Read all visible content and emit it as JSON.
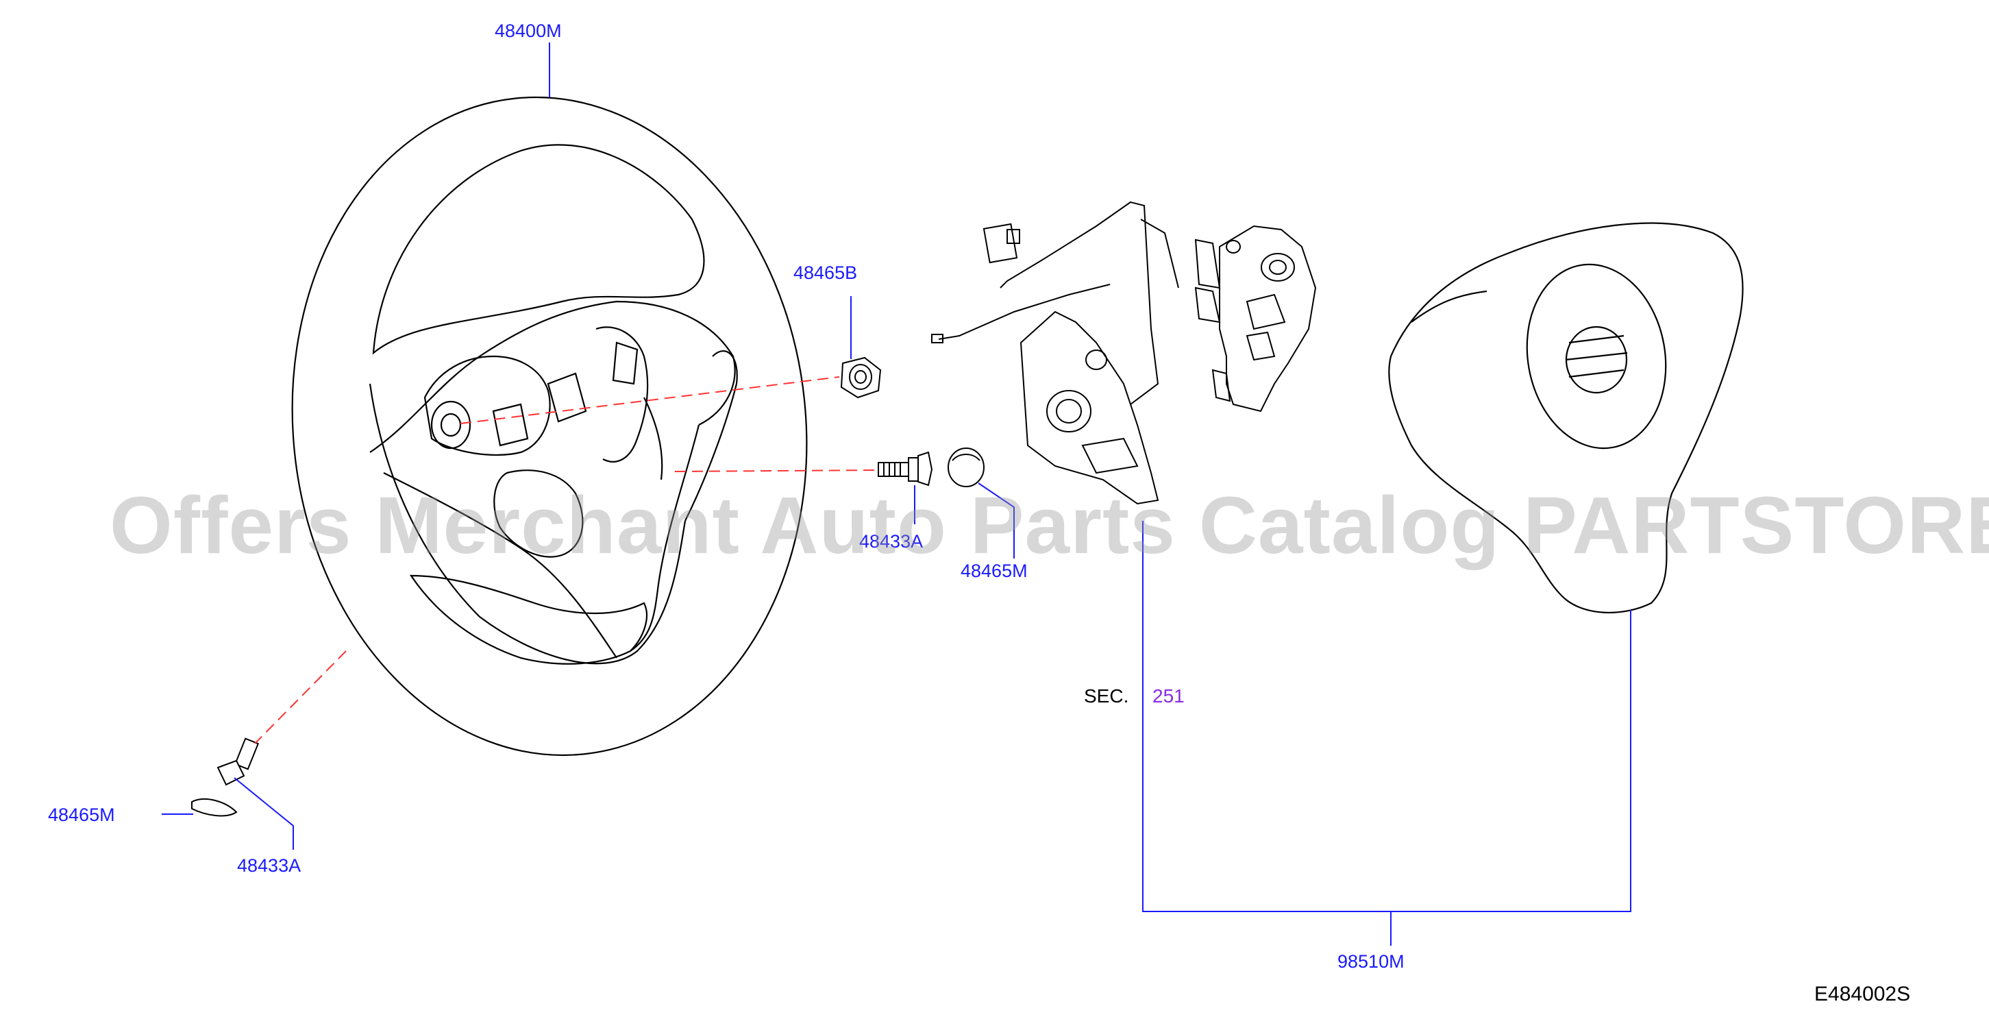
{
  "labels": {
    "steering_wheel": "48400M",
    "nut": "48465B",
    "center_bolt": "48433A",
    "cap": "48465M",
    "lower_cap": "48465M",
    "lower_bolt": "48433A",
    "airbag_module": "98510M"
  },
  "section_ref": {
    "prefix": "SEC.",
    "number": "251"
  },
  "diagram_code": "E484002S",
  "watermark": "Offers Merchant Auto Parts Catalog PARTSTORE.SA",
  "colors": {
    "part_number": "#1a1aff",
    "section_number": "#8a2be2",
    "leader_line": "#1a1aff",
    "dashed_line": "#ff3333",
    "drawing": "#000000"
  }
}
